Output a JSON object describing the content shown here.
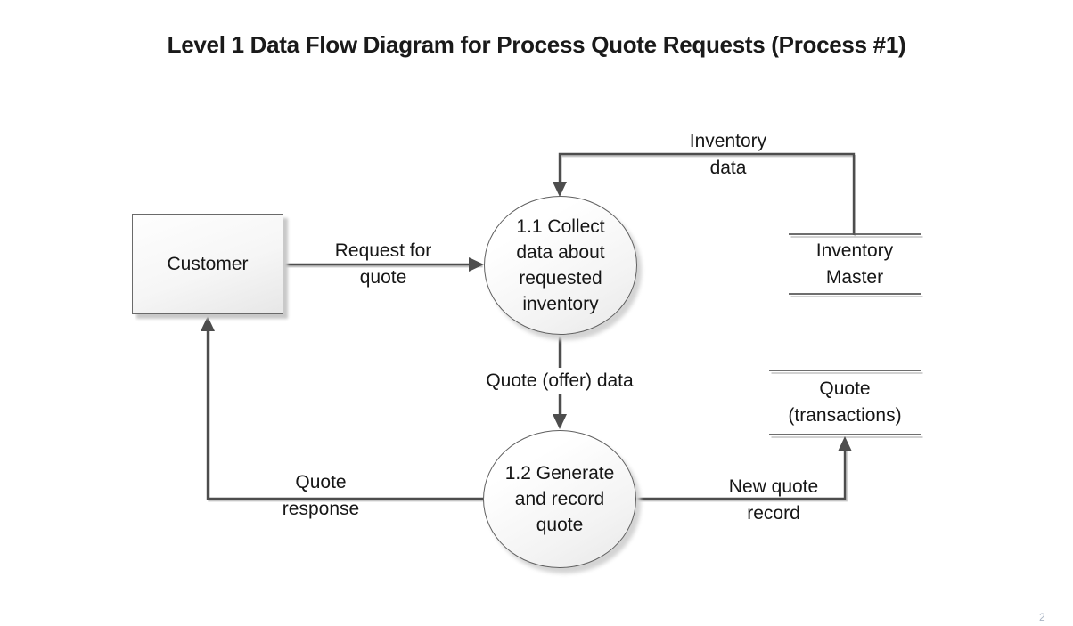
{
  "title": "Level 1 Data Flow Diagram for Process Quote Requests (Process #1)",
  "entities": {
    "customer": {
      "label": "Customer"
    }
  },
  "processes": [
    {
      "id": "1.1",
      "lines": [
        "1.1 Collect",
        "data about",
        "requested",
        "inventory"
      ]
    },
    {
      "id": "1.2",
      "lines": [
        "1.2 Generate",
        "and record",
        "quote"
      ]
    }
  ],
  "data_stores": [
    {
      "name": "inventory-master",
      "lines": [
        "Inventory",
        "Master"
      ]
    },
    {
      "name": "quote-transactions",
      "lines": [
        "Quote",
        "(transactions)"
      ]
    }
  ],
  "flows": {
    "request_for_quote": {
      "lines": [
        "Request for",
        "quote"
      ]
    },
    "inventory_data": {
      "lines": [
        "Inventory",
        "data"
      ]
    },
    "quote_offer_data": {
      "lines": [
        "Quote (offer) data"
      ]
    },
    "new_quote_record": {
      "lines": [
        "New quote",
        "record"
      ]
    },
    "quote_response": {
      "lines": [
        "Quote",
        "response"
      ]
    }
  },
  "page_mark": "2",
  "colors": {
    "connector": "#4d4d4d",
    "connector_shadow": "#c6c6c6",
    "shape_border": "#5f5f5f",
    "shape_shadow": "#c9c9c9",
    "text": "#161616"
  }
}
